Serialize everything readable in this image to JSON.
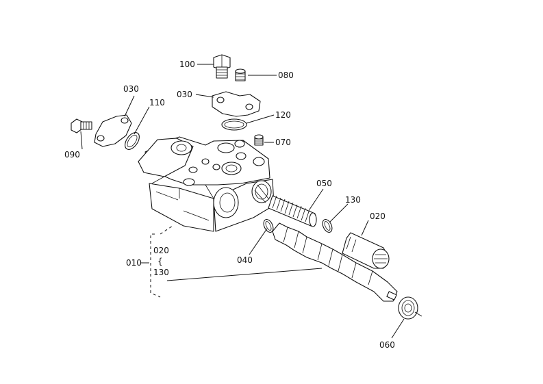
{
  "diagram": {
    "callouts": {
      "c100": "100",
      "c080": "080",
      "c030_top": "030",
      "c030_left": "030",
      "c110": "110",
      "c120": "120",
      "c090": "090",
      "c070": "070",
      "c050": "050",
      "c130": "130",
      "c020": "020",
      "c040": "040",
      "c060": "060",
      "c010": "010"
    },
    "assembly_range": {
      "from": "020",
      "brace": "{",
      "to": "130"
    }
  }
}
